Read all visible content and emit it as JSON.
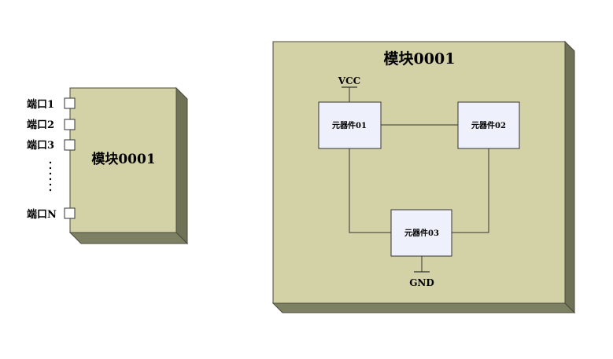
{
  "left_module": {
    "title": "模块0001",
    "ports": [
      {
        "label": "端口1"
      },
      {
        "label": "端口2"
      },
      {
        "label": "端口3"
      },
      {
        "label": "端口N"
      }
    ],
    "ellipsis": "⋮"
  },
  "right_module": {
    "title": "模块0001",
    "components": [
      {
        "label": "元器件01"
      },
      {
        "label": "元器件02"
      },
      {
        "label": "元器件03"
      }
    ],
    "power_label": "VCC",
    "ground_label": "GND"
  },
  "colors": {
    "module_face": "#d3d2a7",
    "module_side": "#6f7257",
    "module_border": "#4a4a3a",
    "component_fill": "#eef0fb",
    "line": "#333333"
  }
}
